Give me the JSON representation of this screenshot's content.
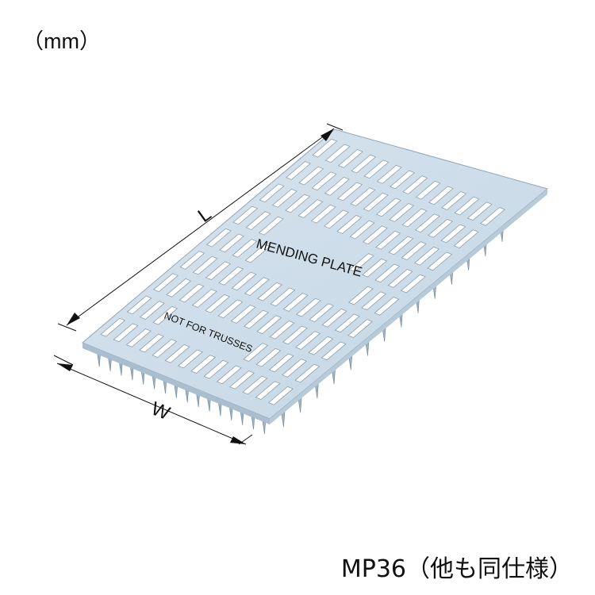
{
  "unit_label": "（mm）",
  "product_label": "MP36（他も同仕様）",
  "dimensions": {
    "length_label": "L",
    "width_label": "W"
  },
  "plate": {
    "stamp_main": "MENDING PLATE",
    "stamp_sub": "NOT FOR TRUSSES"
  },
  "colors": {
    "plate_fill": "#ccdde9",
    "plate_edge": "#9bb0c0",
    "slot": "#ffffff",
    "line": "#111111"
  }
}
